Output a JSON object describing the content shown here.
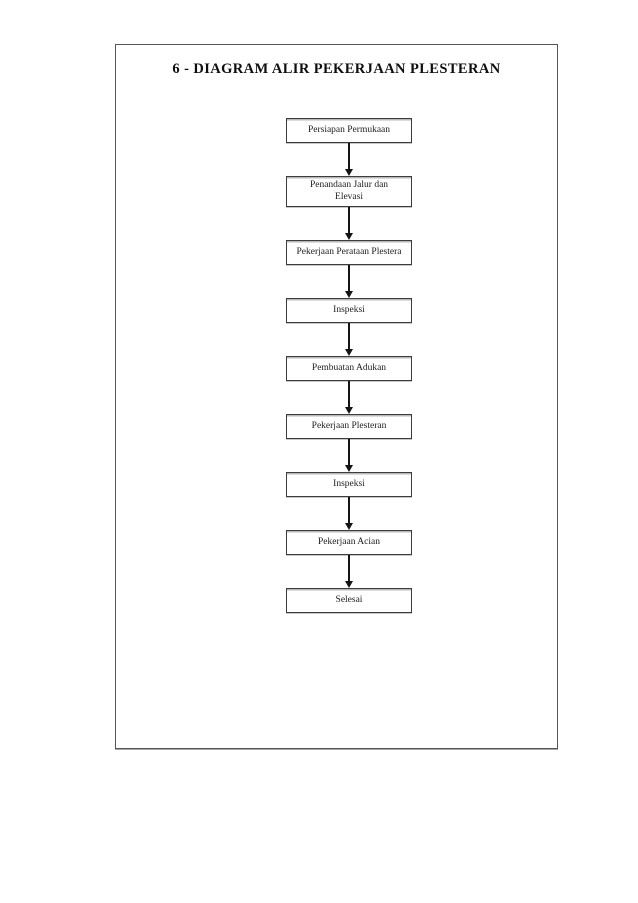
{
  "page": {
    "title": "6 - DIAGRAM ALIR PEKERJAAN PLESTERAN"
  },
  "flowchart": {
    "nodes": [
      {
        "lines": [
          "Persiapan Permukaan"
        ]
      },
      {
        "lines": [
          "Penandaan Jalur dan",
          "Elevasi"
        ]
      },
      {
        "lines": [
          "Pekerjaan Perataan Plestera"
        ]
      },
      {
        "lines": [
          "Inspeksi"
        ]
      },
      {
        "lines": [
          "Pembuatan Adukan"
        ]
      },
      {
        "lines": [
          "Pekerjaan Plesteran"
        ]
      },
      {
        "lines": [
          "Inspeksi"
        ]
      },
      {
        "lines": [
          "Pekerjaan Acian"
        ]
      },
      {
        "lines": [
          "Selesai"
        ]
      }
    ],
    "colors": {
      "background": "#ffffff",
      "page_border": "#565656",
      "box_border": "#3c3c3c",
      "arrow": "#141414",
      "text": "#1c1c1c"
    }
  }
}
